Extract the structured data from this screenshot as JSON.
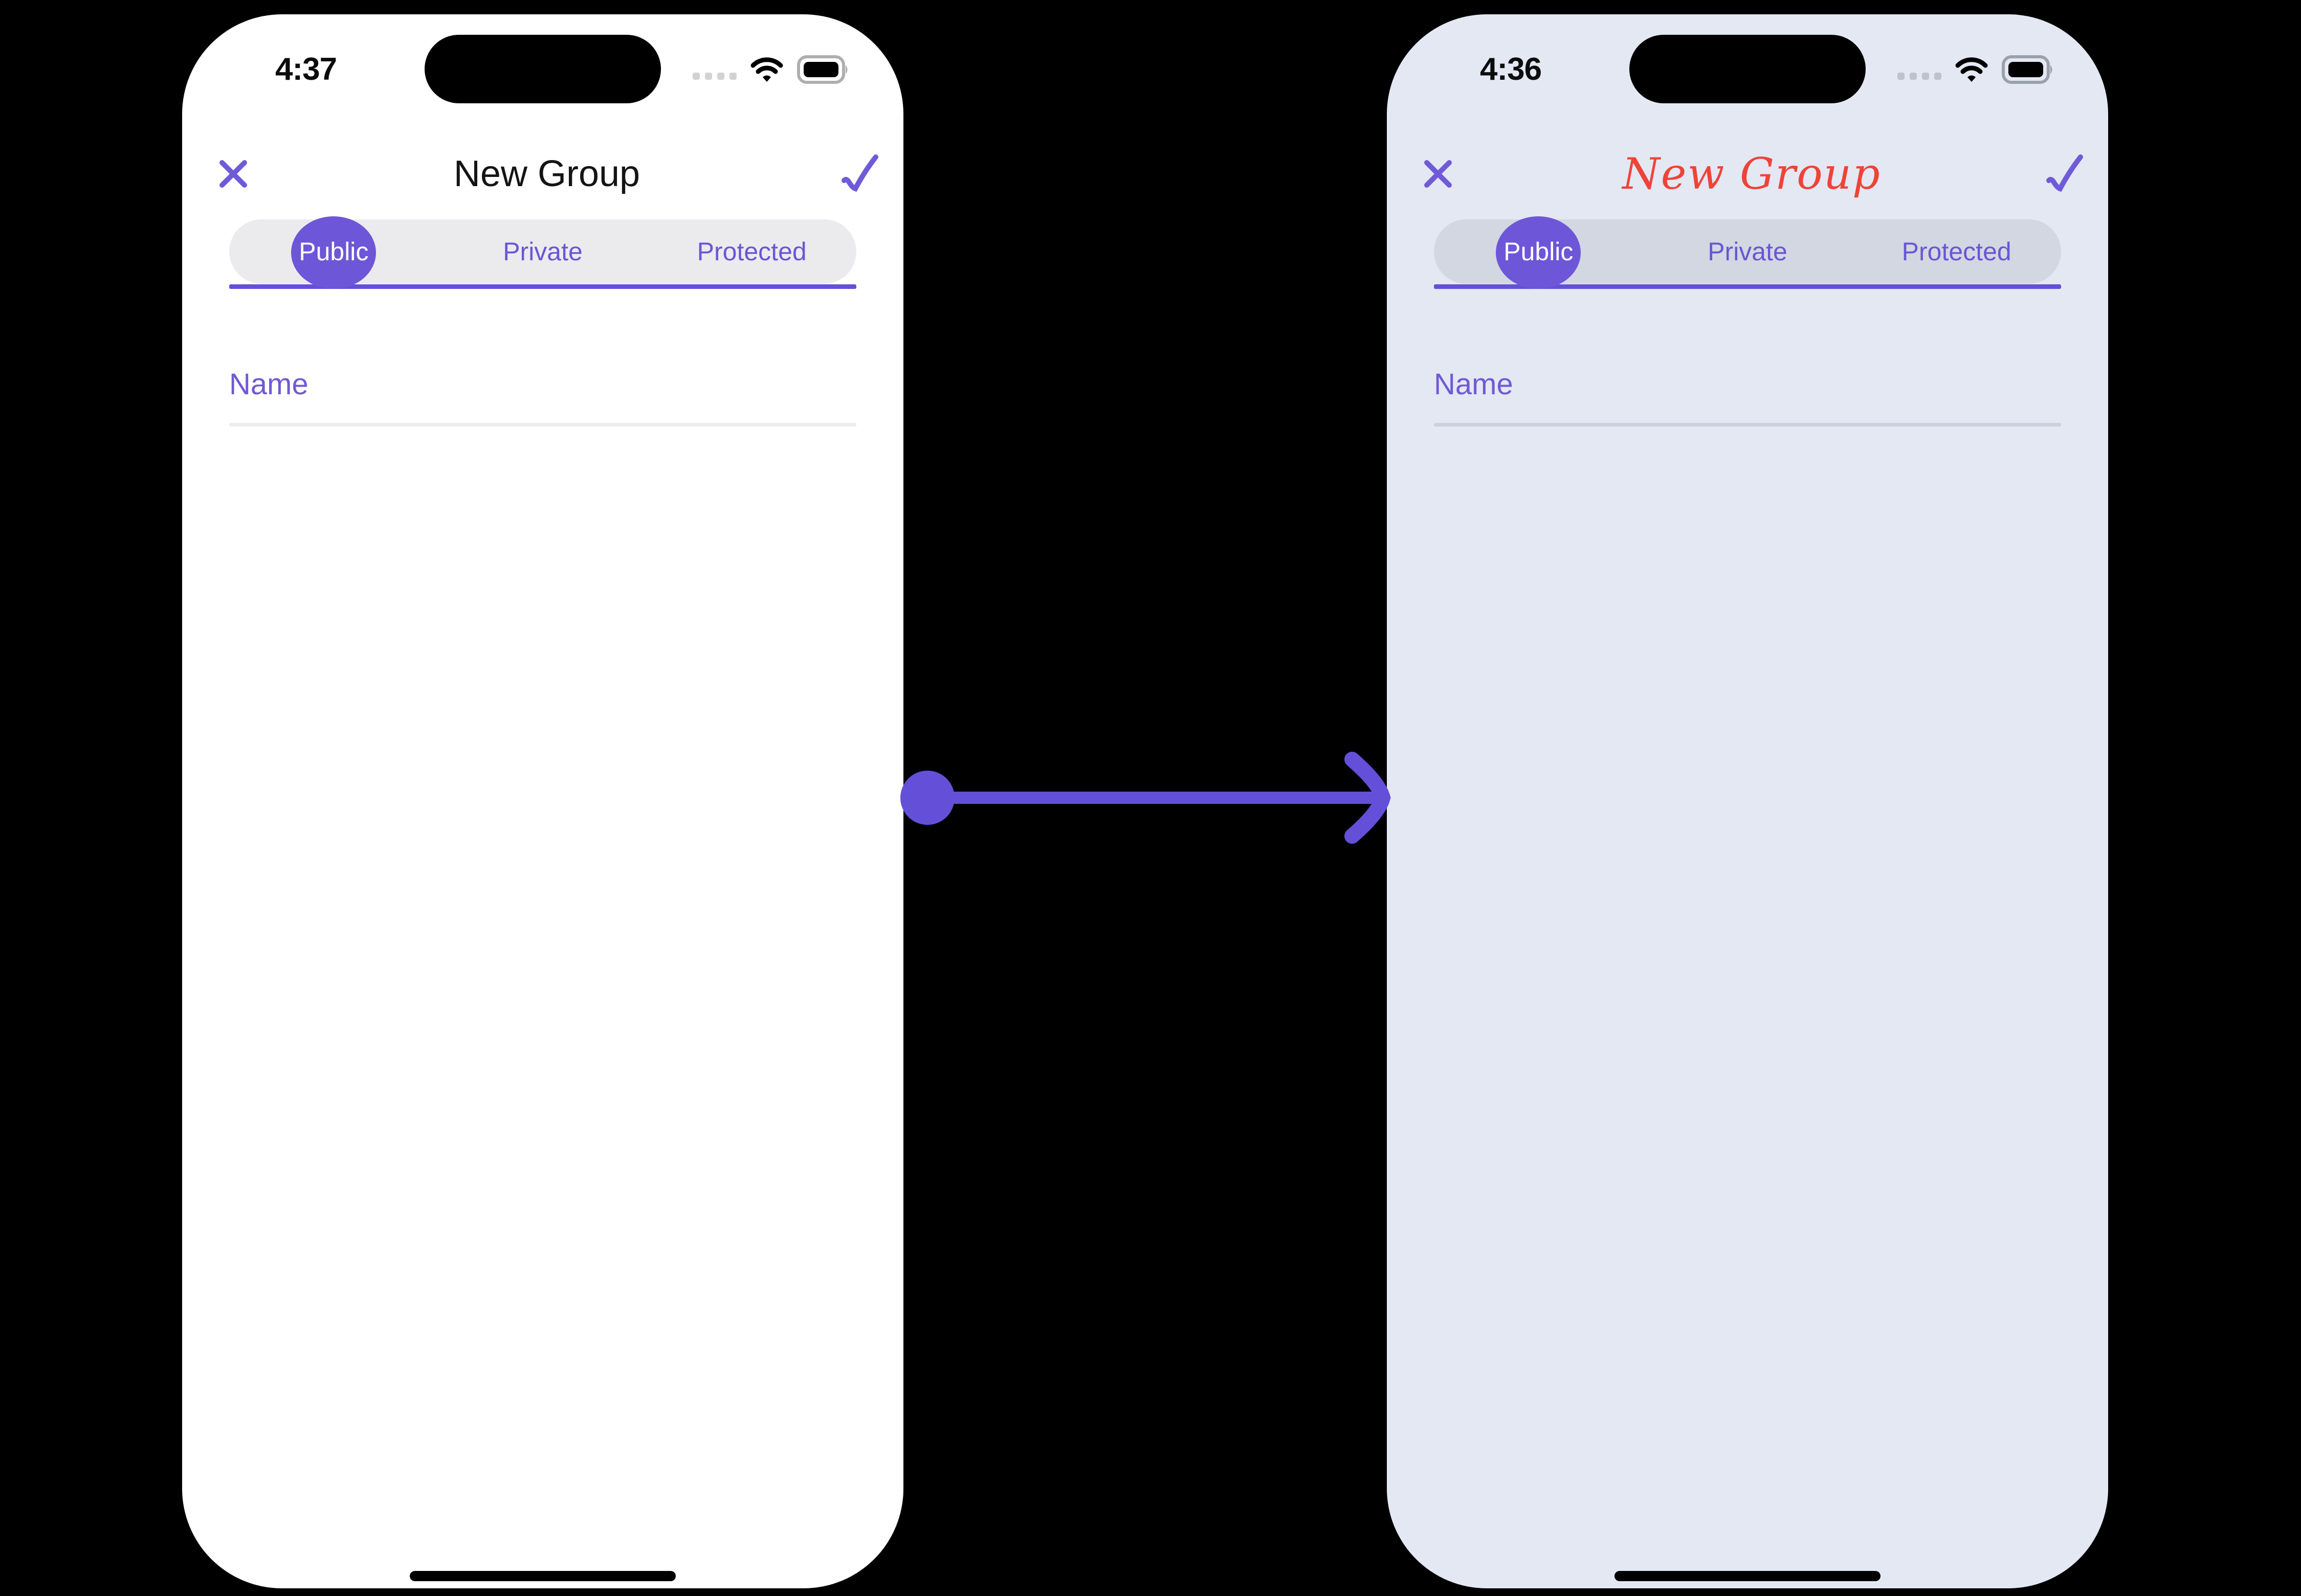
{
  "colors": {
    "accent_purple": "#6e56d8",
    "arrow_purple": "#6450d8",
    "title_red": "#ef4338",
    "left_phone_bg": "#ffffff",
    "right_phone_bg": "#e3e8f3",
    "left_tab_bar_bg": "#ebebee",
    "right_tab_bar_bg": "#d2d7e2",
    "page_bg": "#000000"
  },
  "left_phone": {
    "time": "4:37",
    "title": "New Group",
    "tabs": [
      {
        "label": "Public",
        "selected": true
      },
      {
        "label": "Private",
        "selected": false
      },
      {
        "label": "Protected",
        "selected": false
      }
    ],
    "name_placeholder": "Name"
  },
  "right_phone": {
    "time": "4:36",
    "title": "New Group",
    "tabs": [
      {
        "label": "Public",
        "selected": true
      },
      {
        "label": "Private",
        "selected": false
      },
      {
        "label": "Protected",
        "selected": false
      }
    ],
    "name_placeholder": "Name"
  }
}
